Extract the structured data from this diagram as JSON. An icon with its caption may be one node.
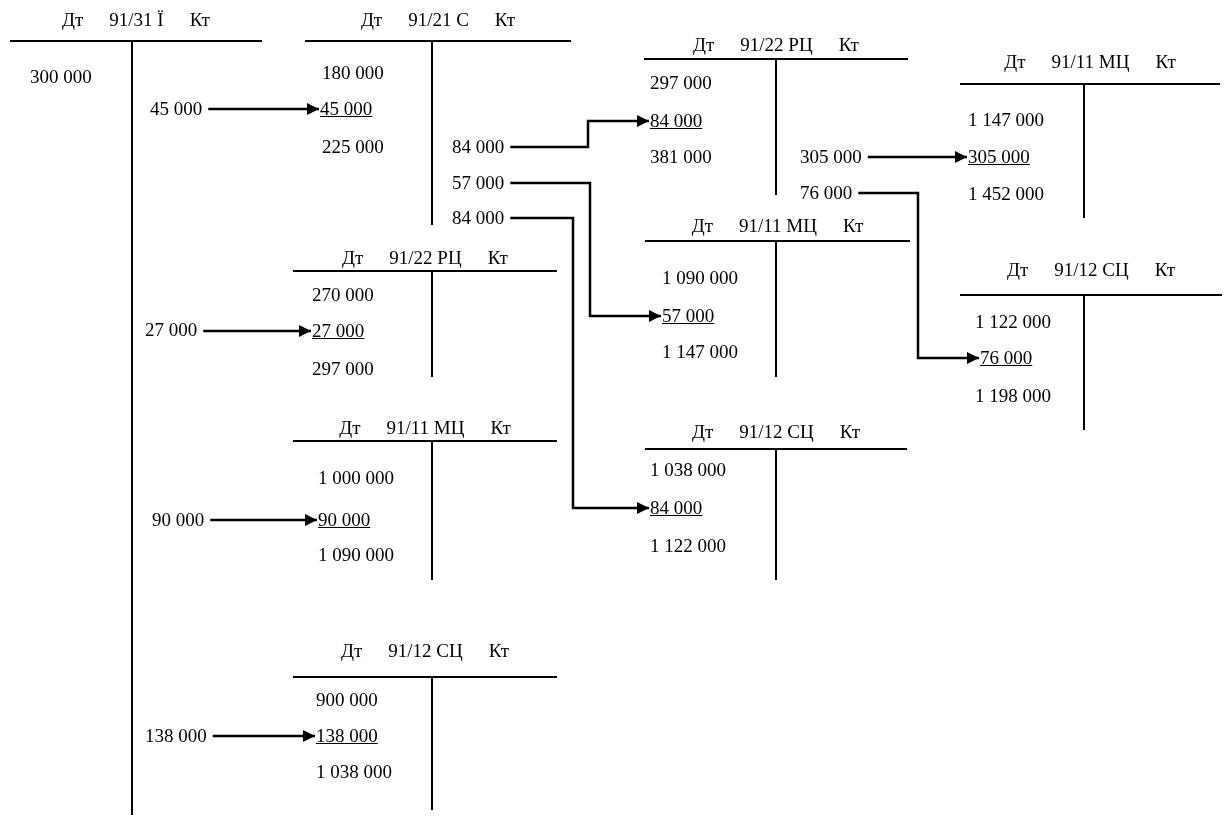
{
  "diagram": {
    "nodes": [
      {
        "text": [
          "Дт",
          "91/31 Ï",
          "Кт"
        ]
      },
      {
        "text": [
          "300 000"
        ],
        "in": 0
      },
      {
        "text": [
          "45 000"
        ],
        "in": 0
      },
      {
        "text": [
          "27 000"
        ],
        "in": 0
      },
      {
        "text": [
          "90 000"
        ],
        "in": 0
      },
      {
        "text": [
          "138 000"
        ],
        "in": 0
      },
      {
        "text": [
          "Дт",
          "91/21 С",
          "Кт"
        ]
      },
      {
        "text": [
          "180 000"
        ],
        "in": 6
      },
      {
        "text": [
          "45 000"
        ],
        "in": 6
      },
      {
        "text": [
          "225 000"
        ],
        "in": 6
      },
      {
        "text": [
          "84 000"
        ],
        "in": 6
      },
      {
        "text": [
          "57 000"
        ],
        "in": 6
      },
      {
        "text": [
          "84 000"
        ],
        "in": 6
      },
      {
        "text": [
          "Дт",
          "91/22 РЦ",
          "Кт"
        ]
      },
      {
        "text": [
          "297 000"
        ],
        "in": 13
      },
      {
        "text": [
          "84 000"
        ],
        "in": 13
      },
      {
        "text": [
          "381 000"
        ],
        "in": 13
      },
      {
        "text": [
          "305 000"
        ],
        "in": 13
      },
      {
        "text": [
          "76 000"
        ],
        "in": 13
      },
      {
        "text": [
          "Дт",
          "91/11 МЦ",
          "Кт"
        ]
      },
      {
        "text": [
          "1 147 000"
        ],
        "in": 19
      },
      {
        "text": [
          "305 000"
        ],
        "in": 19
      },
      {
        "text": [
          "1 452 000"
        ],
        "in": 19
      },
      {
        "text": [
          "Дт",
          "91/22 РЦ",
          "Кт"
        ]
      },
      {
        "text": [
          "270 000"
        ],
        "in": 23
      },
      {
        "text": [
          "27 000"
        ],
        "in": 23
      },
      {
        "text": [
          "297 000"
        ],
        "in": 23
      },
      {
        "text": [
          "Дт",
          "91/11 МЦ",
          "Кт"
        ]
      },
      {
        "text": [
          "1 090 000"
        ],
        "in": 27
      },
      {
        "text": [
          "57 000"
        ],
        "in": 27
      },
      {
        "text": [
          "1 147 000"
        ],
        "in": 27
      },
      {
        "text": [
          "Дт",
          "91/12 СЦ",
          "Кт"
        ]
      },
      {
        "text": [
          "1 122 000"
        ],
        "in": 31
      },
      {
        "text": [
          "76 000"
        ],
        "in": 31
      },
      {
        "text": [
          "1 198 000"
        ],
        "in": 31
      },
      {
        "text": [
          "Дт",
          "91/11 МЦ",
          "Кт"
        ]
      },
      {
        "text": [
          "1 000 000"
        ],
        "in": 35
      },
      {
        "text": [
          "90 000"
        ],
        "in": 35
      },
      {
        "text": [
          "1 090 000"
        ],
        "in": 35
      },
      {
        "text": [
          "Дт",
          "91/12 СЦ",
          "Кт"
        ]
      },
      {
        "text": [
          "1 038 000"
        ],
        "in": 39
      },
      {
        "text": [
          "84 000"
        ],
        "in": 39
      },
      {
        "text": [
          "1 122 000"
        ],
        "in": 39
      },
      {
        "text": [
          "Дт",
          "91/12 СЦ",
          "Кт"
        ]
      },
      {
        "text": [
          "900 000"
        ],
        "in": 43
      },
      {
        "text": [
          "138 000"
        ],
        "in": 43
      },
      {
        "text": [
          "1 038 000"
        ],
        "in": 43
      }
    ],
    "edges": [
      {
        "from": 2,
        "to": 8,
        "arrow": "to"
      },
      {
        "from": 3,
        "to": 25,
        "arrow": "to"
      },
      {
        "from": 4,
        "to": 37,
        "arrow": "to"
      },
      {
        "from": 5,
        "to": 45,
        "arrow": "to"
      },
      {
        "from": 10,
        "to": 15,
        "arrow": "to"
      },
      {
        "from": 11,
        "to": 29,
        "arrow": "to"
      },
      {
        "from": 12,
        "to": 41,
        "arrow": "to"
      },
      {
        "from": 17,
        "to": 21,
        "arrow": "to"
      },
      {
        "from": 18,
        "to": 33,
        "arrow": "to"
      }
    ]
  }
}
